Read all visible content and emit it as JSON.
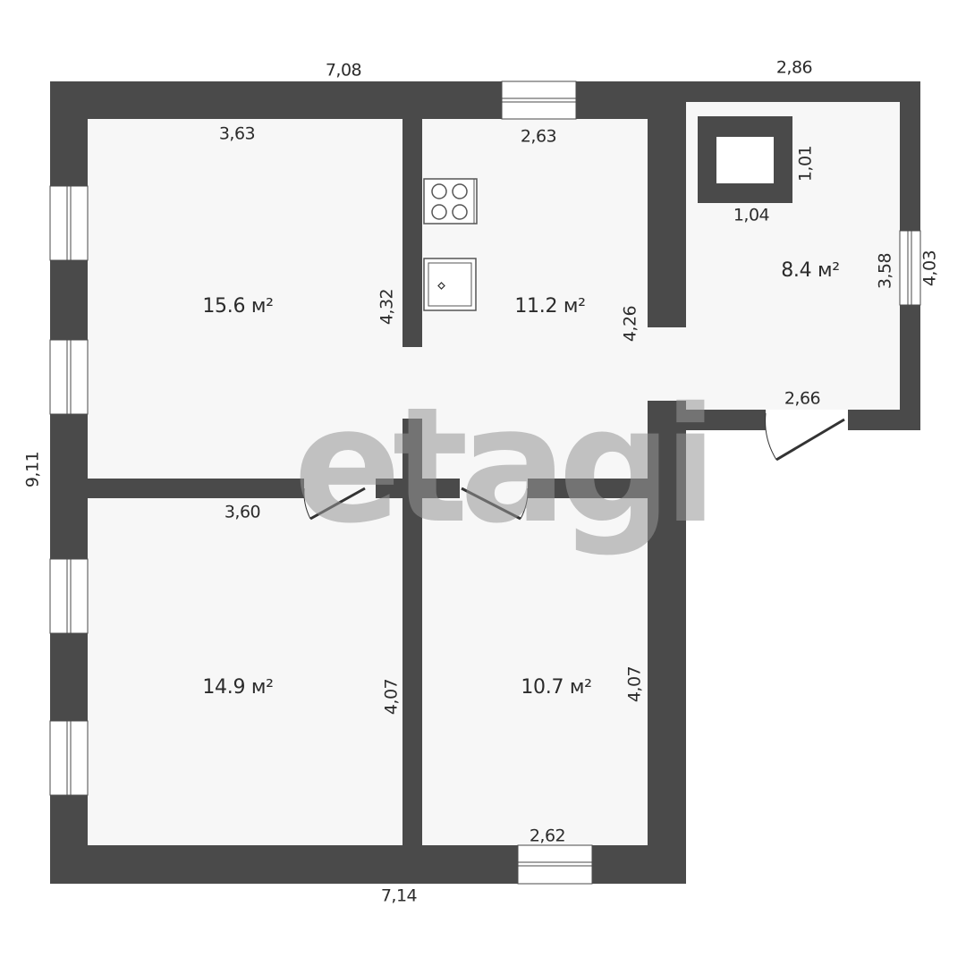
{
  "dimensions": {
    "top_left_total": "7,08",
    "top_right_total": "2,86",
    "room1_top": "3,63",
    "room2_top": "2,63",
    "room1_right": "4,32",
    "room2_right": "4,26",
    "stove_right": "1,01",
    "stove_bottom": "1,04",
    "veranda_inner": "3,58",
    "veranda_outer": "4,03",
    "veranda_bottom": "2,66",
    "left_total": "9,11",
    "room3_top": "3,60",
    "room3_right": "4,07",
    "room4_right": "4,07",
    "room4_bottom": "2,62",
    "bottom_total": "7,14"
  },
  "rooms": {
    "room1_area": "15.6 м²",
    "room2_area": "11.2 м²",
    "room3_area": "14.9 м²",
    "room4_area": "10.7 м²",
    "veranda_area": "8.4 м²"
  },
  "watermark": "etagi",
  "colors": {
    "wall": "#4a4a4a",
    "floor": "#f7f7f7",
    "text": "#2b2b2b",
    "watermark": "#969696"
  }
}
